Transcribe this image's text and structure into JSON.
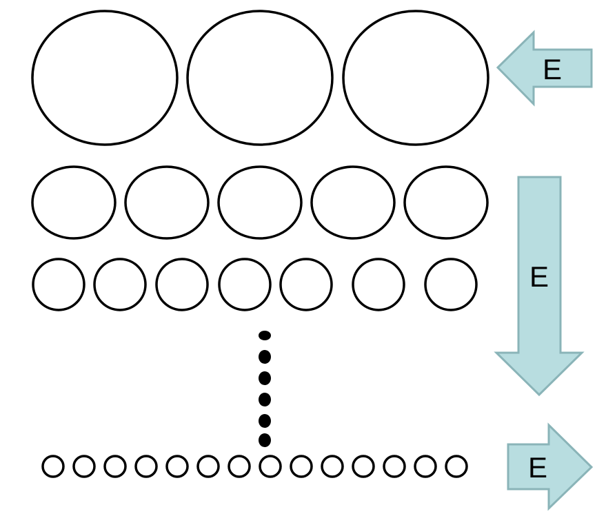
{
  "diagram": {
    "rows": [
      {
        "circle_count": 3
      },
      {
        "circle_count": 5
      },
      {
        "circle_count": 7
      },
      {
        "circle_count": 14
      }
    ],
    "ellipsis_dot_count": 6,
    "arrows": [
      {
        "direction": "left",
        "label": "E"
      },
      {
        "direction": "down",
        "label": "E"
      },
      {
        "direction": "right",
        "label": "E"
      }
    ],
    "colors": {
      "arrow_fill": "#b8dde0",
      "arrow_stroke": "#8ab4b8",
      "circle_stroke": "#000000"
    }
  }
}
